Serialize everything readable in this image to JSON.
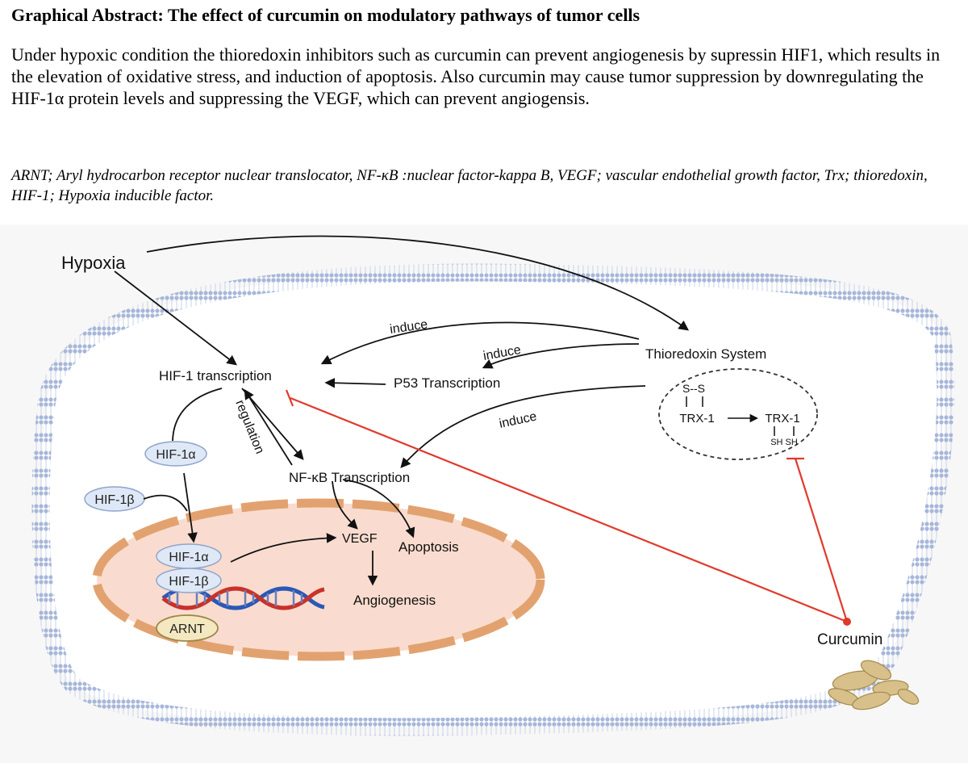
{
  "header": {
    "title": "Graphical Abstract: The effect of curcumin on modulatory pathways of tumor cells",
    "description": "Under hypoxic condition the thioredoxin inhibitors such as curcumin can prevent angiogenesis by supressin HIF1, which results in the elevation of oxidative stress, and induction of apoptosis. Also curcumin may cause tumor suppression by downregulating the HIF-1α protein levels and suppressing the VEGF, which can prevent angiogensis.",
    "abbreviations": "ARNT; Aryl hydrocarbon receptor nuclear translocator, NF-κB :nuclear factor-kappa B, VEGF; vascular endothelial growth factor, Trx; thioredoxin, HIF-1; Hypoxia inducible factor."
  },
  "diagram": {
    "hypoxia": "Hypoxia",
    "thioredoxin_system": "Thioredoxin System",
    "hif1_transcription": "HIF-1 transcription",
    "p53_transcription": "P53 Transcription",
    "nfkb_transcription": "NF-κB Transcription",
    "induce_1": "induce",
    "induce_2": "induce",
    "induce_3": "induce",
    "regulation": "regulation",
    "hif1a": "HIF-1α",
    "hif1b": "HIF-1β",
    "hif1a_nucleus": "HIF-1α",
    "hif1b_nucleus": "HIF-1β",
    "arnt": "ARNT",
    "vegf": "VEGF",
    "apoptosis": "Apoptosis",
    "angiogenesis": "Angiogenesis",
    "curcumin": "Curcumin",
    "trx_ss": "S--S",
    "trx1_oxidized": "TRX-1",
    "trx1_reduced": "TRX-1",
    "trx_sh": "SH SH"
  },
  "colors": {
    "inhibition": "#e03a2c",
    "membrane": "#9fb3d8",
    "nucleus_fill": "#f9dccf",
    "nucleus_envelope": "#e2a26f",
    "protein_fill": "#dfe8f6",
    "protein_stroke": "#8ea4cc",
    "arnt_fill": "#f4e8c1",
    "arnt_stroke": "#9c8746",
    "dna_blue": "#2b58b7",
    "dna_red": "#c8322b"
  }
}
